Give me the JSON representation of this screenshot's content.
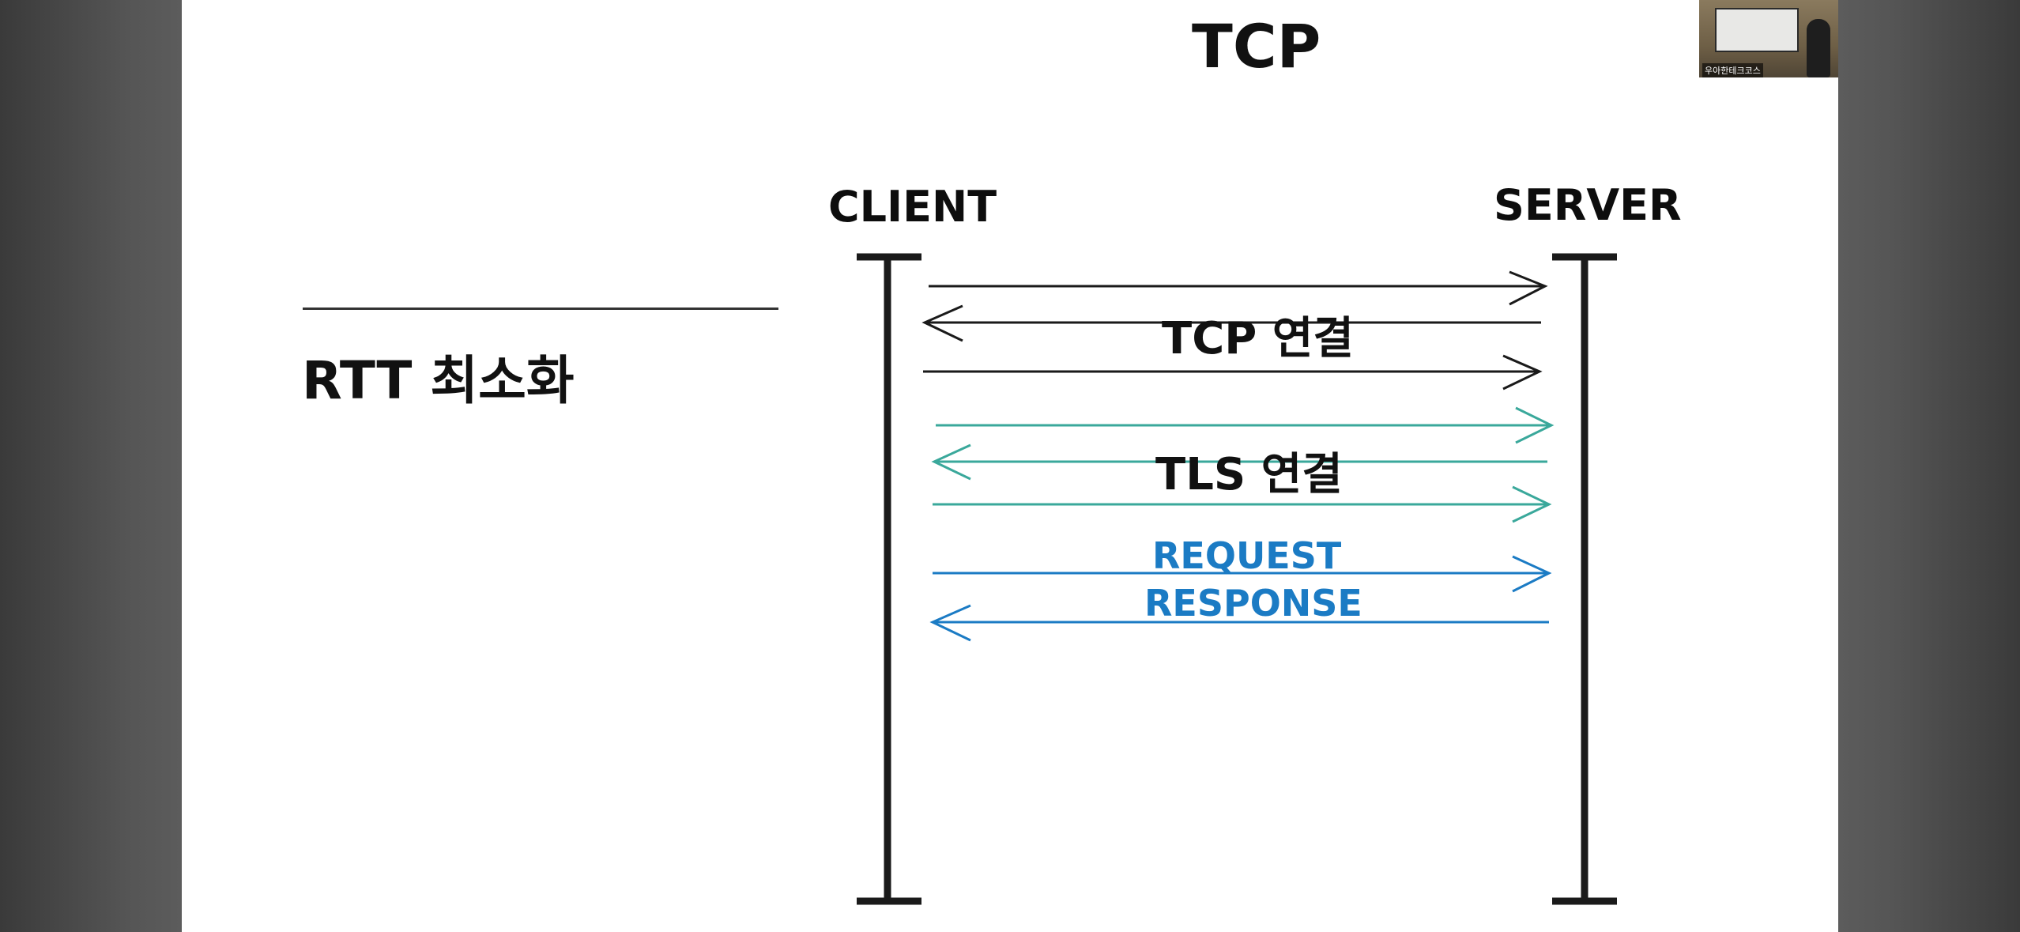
{
  "slide": {
    "title": "TCP",
    "subtitle": "RTT 최소화"
  },
  "diagram": {
    "client_label": "CLIENT",
    "server_label": "SERVER",
    "tcp_label": "TCP 연결",
    "tls_label": "TLS 연결",
    "request_label": "REQUEST",
    "response_label": "RESPONSE",
    "colors": {
      "tcp": "#1a1a1a",
      "tls": "#3aa89b",
      "http": "#1b7bc4",
      "lifeline": "#1a1a1a"
    }
  },
  "video_overlay": {
    "caption": "우아한테크코스"
  }
}
